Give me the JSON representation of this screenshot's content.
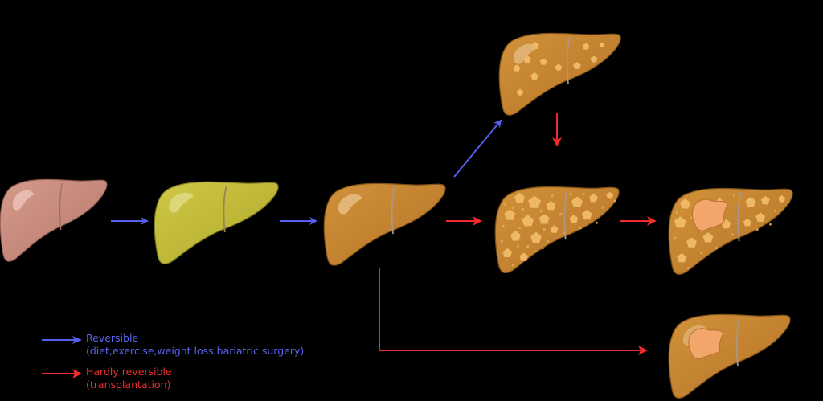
{
  "diagram": {
    "background": "#000000",
    "stages": [
      {
        "id": "healthy-liver",
        "color": "#c98e80",
        "edge": "#a66a5c"
      },
      {
        "id": "fatty-liver",
        "color": "#c4bd3a",
        "edge": "#9c9525"
      },
      {
        "id": "steatohepatitis-liver",
        "color": "#c7862f",
        "edge": "#a0661a"
      },
      {
        "id": "fibrosis-liver",
        "color": "#c7862f",
        "edge": "#a0661a"
      },
      {
        "id": "cirrhosis-liver",
        "color": "#c7862f",
        "edge": "#a0661a"
      },
      {
        "id": "cirrhosis-cancer-liver",
        "color": "#c7862f",
        "edge": "#a0661a"
      },
      {
        "id": "cancer-liver",
        "color": "#c7862f",
        "edge": "#a0661a"
      }
    ],
    "arrows": [
      {
        "from": "healthy-liver",
        "to": "fatty-liver",
        "type": "reversible"
      },
      {
        "from": "fatty-liver",
        "to": "steatohepatitis-liver",
        "type": "reversible"
      },
      {
        "from": "steatohepatitis-liver",
        "to": "fibrosis-liver",
        "type": "reversible"
      },
      {
        "from": "fibrosis-liver",
        "to": "cirrhosis-liver",
        "type": "hardly-reversible"
      },
      {
        "from": "steatohepatitis-liver",
        "to": "cirrhosis-liver",
        "type": "hardly-reversible"
      },
      {
        "from": "cirrhosis-liver",
        "to": "cirrhosis-cancer-liver",
        "type": "hardly-reversible"
      },
      {
        "from": "steatohepatitis-liver",
        "to": "cancer-liver",
        "type": "hardly-reversible"
      }
    ],
    "colors": {
      "reversible": "#5560f0",
      "hardly_reversible": "#ee2a2a",
      "tumor": "#f2a66a",
      "fat_spot": "#efb865",
      "lobe_line": "#9a8a78"
    }
  },
  "legend": {
    "reversible": {
      "label": "Reversible",
      "detail": "(diet,exercise,weight loss,bariatric surgery)"
    },
    "hardly_reversible": {
      "label": "Hardly reversible",
      "detail": "(transplantation)"
    }
  }
}
